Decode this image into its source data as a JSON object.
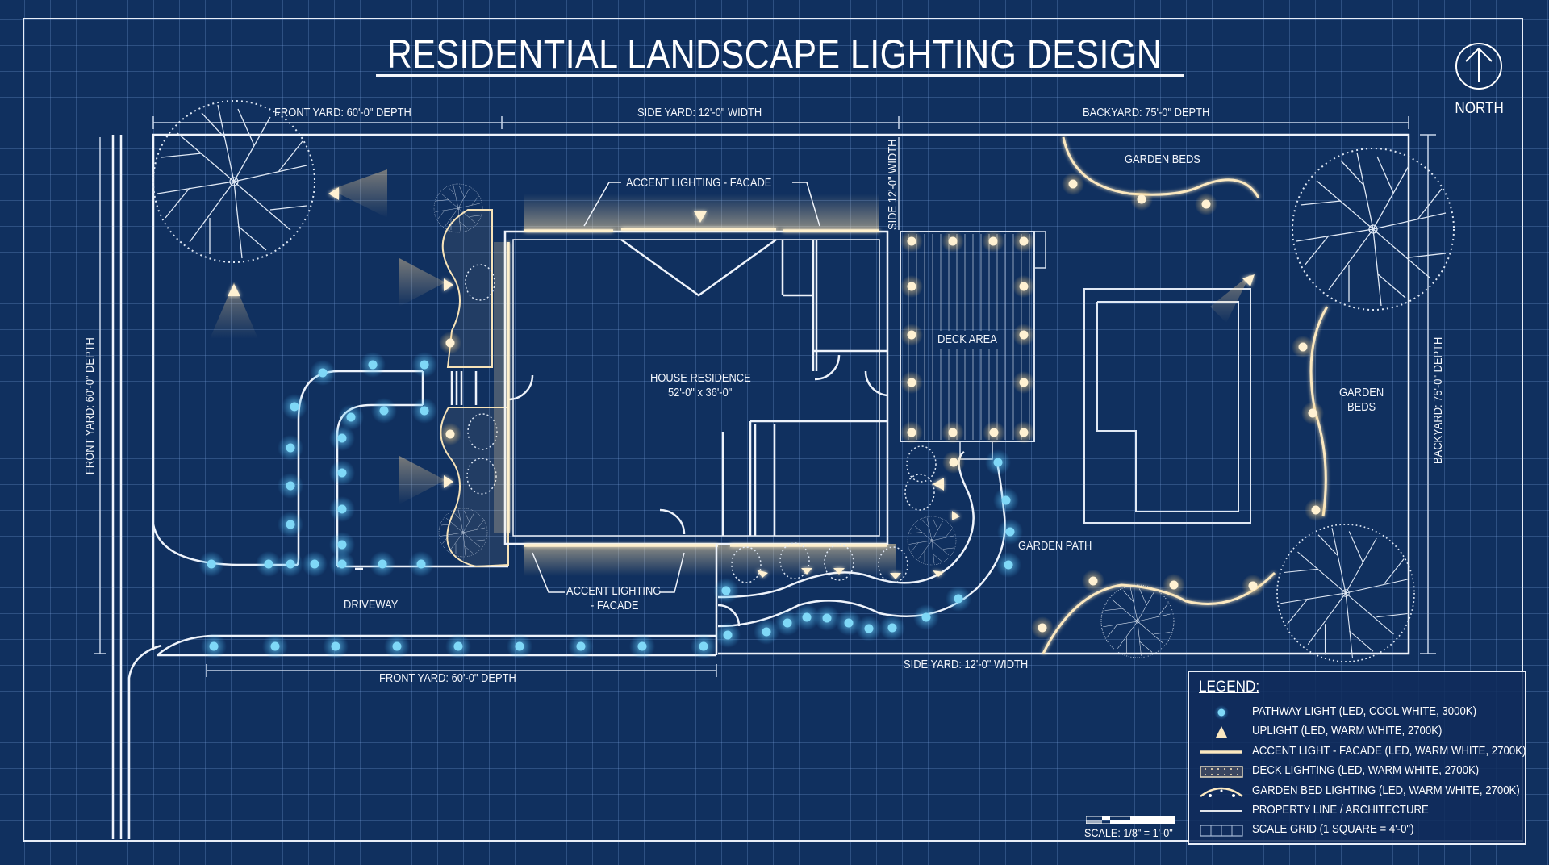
{
  "title": "RESIDENTIAL LANDSCAPE LIGHTING DESIGN",
  "north": {
    "label": "NORTH",
    "icon": "north-arrow-icon"
  },
  "dimensions": {
    "top_front_yard": "FRONT YARD: 60'-0\" DEPTH",
    "top_side_yard": "SIDE YARD: 12'-0\" WIDTH",
    "top_backyard": "BACKYARD: 75'-0\" DEPTH",
    "side_vertical": "SIDE 12'-0\" WIDTH",
    "left_front_yard": "FRONT YARD: 60'-0\" DEPTH",
    "right_backyard": "BACKYARD: 75'-0\" DEPTH",
    "bottom_front_yard": "FRONT YARD: 60'-0\" DEPTH",
    "bottom_side_yard": "SIDE YARD: 12'-0\" WIDTH"
  },
  "areas": {
    "house_name": "HOUSE RESIDENCE",
    "house_size": "52'-0\" x 36'-0\"",
    "deck": "DECK AREA",
    "driveway": "DRIVEWAY",
    "garden_path": "GARDEN PATH",
    "garden_beds_top": "GARDEN BEDS",
    "garden_beds_right_1": "GARDEN",
    "garden_beds_right_2": "BEDS"
  },
  "callouts": {
    "accent_top": "ACCENT LIGHTING - FACADE",
    "accent_bottom_1": "ACCENT LIGHTING",
    "accent_bottom_2": "- FACADE"
  },
  "legend": {
    "title": "LEGEND:",
    "items": [
      {
        "symbol": "pathway-light",
        "label": "PATHWAY LIGHT (LED, COOL WHITE, 3000K)"
      },
      {
        "symbol": "uplight",
        "label": "UPLIGHT (LED, WARM WHITE, 2700K)"
      },
      {
        "symbol": "accent-light-line",
        "label": "ACCENT LIGHT - FACADE (LED, WARM WHITE, 2700K)"
      },
      {
        "symbol": "deck-lighting",
        "label": "DECK LIGHTING (LED, WARM WHITE, 2700K)"
      },
      {
        "symbol": "garden-bed-lighting",
        "label": "GARDEN BED LIGHTING (LED, WARM WHITE, 2700K)"
      },
      {
        "symbol": "property-line",
        "label": "PROPERTY LINE / ARCHITECTURE"
      },
      {
        "symbol": "scale-grid",
        "label": "SCALE GRID (1 SQUARE = 4'-0\")"
      }
    ]
  },
  "scale": {
    "label": "SCALE: 1/8\" = 1'-0\""
  },
  "colors": {
    "background": "#10305f",
    "line": "#e8eef8",
    "cool_light": "#6fd3f5",
    "warm_light": "#fbe8c0"
  }
}
